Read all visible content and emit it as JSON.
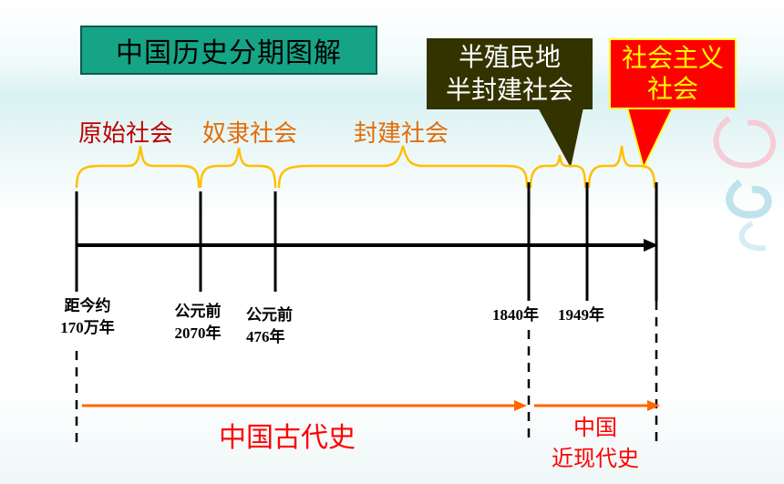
{
  "title": "中国历史分期图解",
  "callouts": {
    "semi_colonial_line1": "半殖民地",
    "semi_colonial_line2": "半封建社会",
    "socialist_line1": "社会主义",
    "socialist_line2": "社会"
  },
  "eras": {
    "primitive": "原始社会",
    "slavery": "奴隶社会",
    "feudal": "封建社会"
  },
  "dates": {
    "d1_line1": "距今约",
    "d1_line2": "170万年",
    "d2_line1": "公元前",
    "d2_line2": "2070年",
    "d3_line1": "公元前",
    "d3_line2": "476年",
    "d4": "1840年",
    "d5": "1949年"
  },
  "periods": {
    "ancient": "中国古代史",
    "modern_line1": "中国",
    "modern_line2": "近现代史"
  },
  "colors": {
    "title_bg": "#15a486",
    "callout_dark_bg": "#333300",
    "callout_red_bg": "#ff0000",
    "brace": "#ffc000",
    "arrow_orange": "#ff6600",
    "era_red": "#c00000",
    "era_orange": "#e46c0a"
  }
}
